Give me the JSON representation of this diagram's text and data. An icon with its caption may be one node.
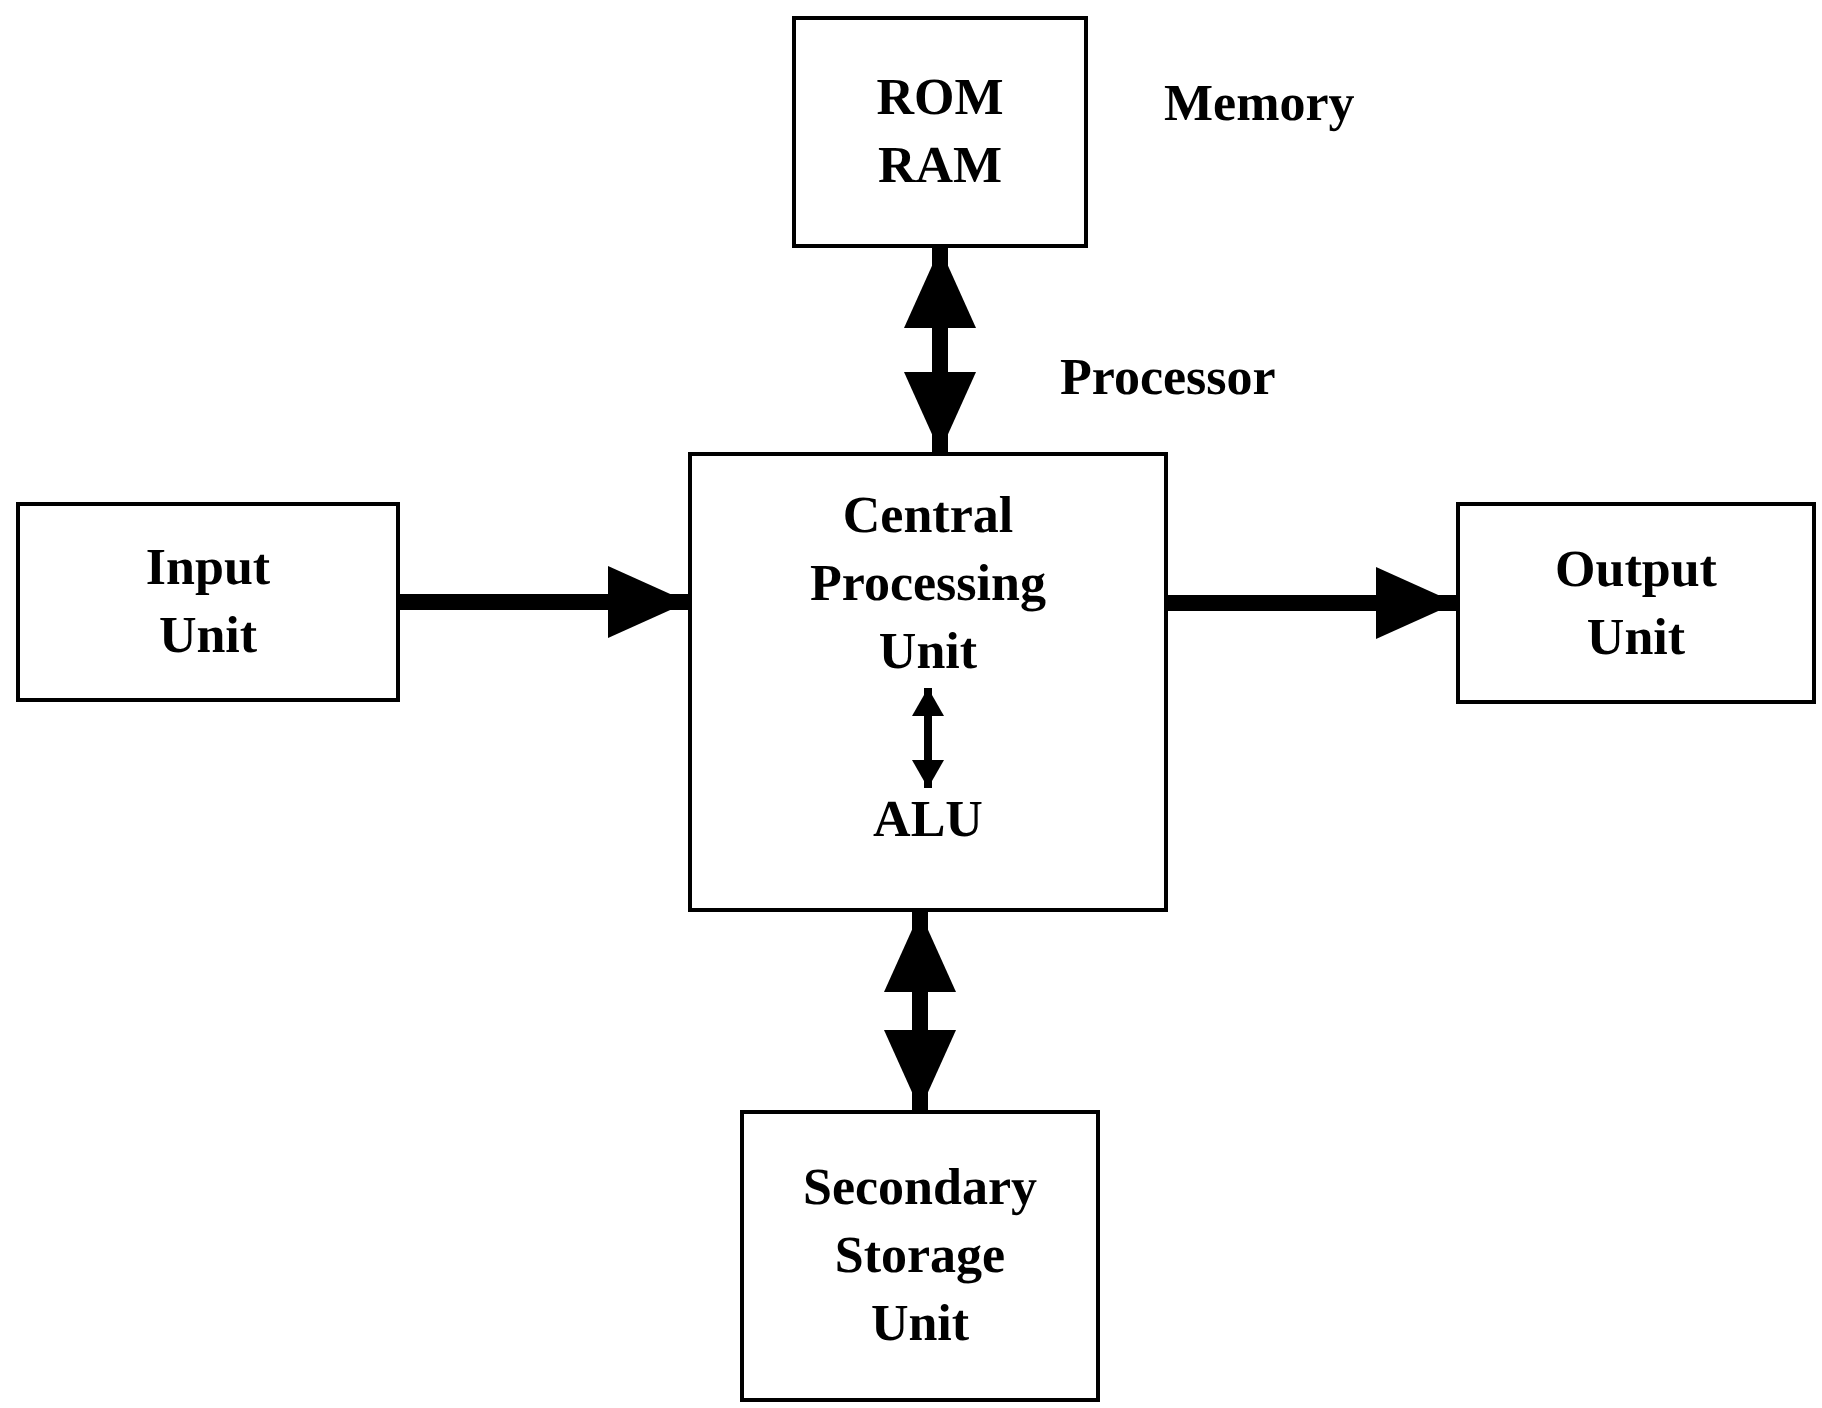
{
  "diagram": {
    "nodes": [
      {
        "text": [
          "ROM RAM"
        ],
        "beside": [
          "Memory"
        ]
      },
      {
        "text": [
          "Input Unit"
        ]
      },
      {
        "text": [],
        "shape": "box",
        "beside": [
          "Processor"
        ]
      },
      {
        "text": [
          "Central Processing Unit"
        ],
        "in": 2
      },
      {
        "text": [
          "ALU"
        ],
        "in": 2
      },
      {
        "text": [
          "Output Unit"
        ]
      },
      {
        "text": [
          "Secondary Storage Unit"
        ]
      }
    ],
    "edges": [
      {
        "from": 0,
        "to": 2,
        "arrow": "both"
      },
      {
        "from": 1,
        "to": 2,
        "arrow": "to"
      },
      {
        "from": 2,
        "to": 5,
        "arrow": "to"
      },
      {
        "from": 3,
        "to": 4,
        "arrow": "both"
      },
      {
        "from": 2,
        "to": 6,
        "arrow": "both"
      }
    ]
  }
}
